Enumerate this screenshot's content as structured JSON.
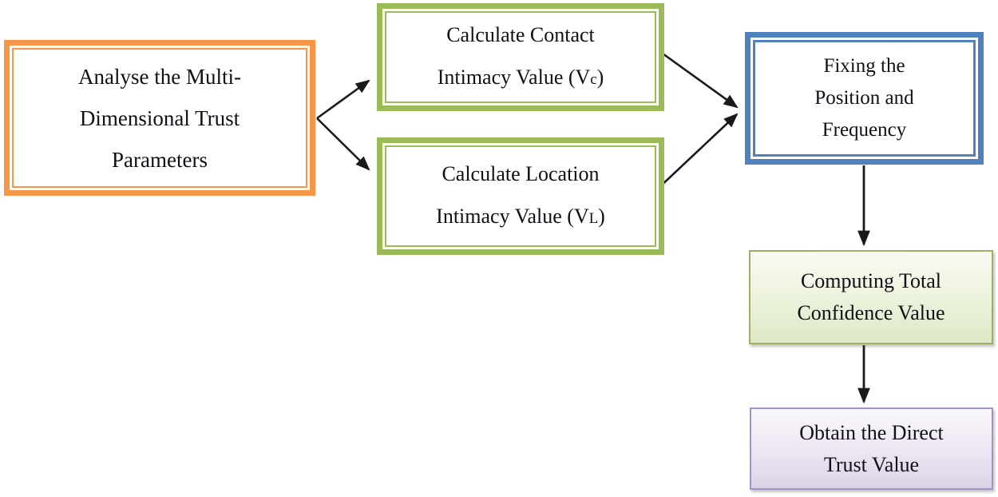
{
  "diagram": {
    "type": "flowchart",
    "nodes": {
      "analyse": {
        "line1": "Analyse the Multi-",
        "line2": "Dimensional Trust",
        "line3": "Parameters",
        "border_color": "#F79646"
      },
      "contact": {
        "line1": "Calculate Contact",
        "line2_pre": "Intimacy Value (V",
        "line2_sub": "c",
        "line2_post": ")",
        "border_color": "#9BBB59"
      },
      "location": {
        "line1": "Calculate Location",
        "line2_pre": "Intimacy Value (V",
        "line2_sub": "L",
        "line2_post": ")",
        "border_color": "#9BBB59"
      },
      "fixing": {
        "line1": "Fixing the",
        "line2": "Position and",
        "line3": "Frequency",
        "border_color": "#4F81BD"
      },
      "confidence": {
        "line1": "Computing Total",
        "line2": "Confidence Value",
        "border_color": "#9CB164",
        "fill_gradient": [
          "#f9fbf3",
          "#dde8c6"
        ]
      },
      "direct_trust": {
        "line1": "Obtain the Direct",
        "line2": "Trust Value",
        "border_color": "#A393C4",
        "fill_gradient": [
          "#faf8fb",
          "#ddd2e7"
        ]
      }
    },
    "edges": [
      {
        "from": "analyse",
        "to": "contact"
      },
      {
        "from": "analyse",
        "to": "location"
      },
      {
        "from": "contact",
        "to": "fixing"
      },
      {
        "from": "location",
        "to": "fixing"
      },
      {
        "from": "fixing",
        "to": "confidence"
      },
      {
        "from": "confidence",
        "to": "direct_trust"
      }
    ],
    "arrow_color": "#1a1a1a",
    "text_color": "#101018"
  }
}
